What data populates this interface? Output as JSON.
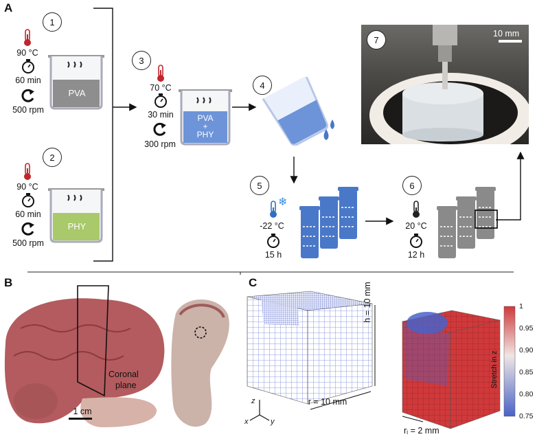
{
  "panels": {
    "a": "A",
    "b": "B",
    "c": "C"
  },
  "steps": {
    "s1": {
      "num": "1",
      "temp": "90 °C",
      "time": "60 min",
      "speed": "500 rpm",
      "beaker_label": "PVA"
    },
    "s2": {
      "num": "2",
      "temp": "90 °C",
      "time": "60 min",
      "speed": "500 rpm",
      "beaker_label": "PHY"
    },
    "s3": {
      "num": "3",
      "temp": "70 °C",
      "time": "30 min",
      "speed": "300 rpm",
      "beaker_label_1": "PVA",
      "beaker_label_plus": "+",
      "beaker_label_2": "PHY"
    },
    "s4": {
      "num": "4"
    },
    "s5": {
      "num": "5",
      "temp": "-22 °C",
      "time": "15 h"
    },
    "s6": {
      "num": "6",
      "temp": "20 °C",
      "time": "12 h"
    },
    "s7": {
      "num": "7",
      "scale": "10 mm"
    }
  },
  "panel_b": {
    "plane_label_1": "Coronal",
    "plane_label_2": "plane",
    "scale": "1 cm"
  },
  "panel_c": {
    "h_label": "h = 10 mm",
    "r_label": "r = 10 mm",
    "ri_label": "rᵢ = 2 mm",
    "axis_z": "z",
    "axis_x": "x",
    "axis_y": "y",
    "colorbar_title": "Stretch in z",
    "colorbar_ticks": [
      "1",
      "0.95",
      "0.90",
      "0.85",
      "0.80",
      "0.75"
    ],
    "colors": {
      "high": "#d0393b",
      "mid": "#efe6e4",
      "low": "#4a62c8"
    }
  },
  "icons": [
    "thermometer-icon",
    "timer-icon",
    "rotation-icon",
    "snowflake-icon",
    "droplets-icon"
  ]
}
